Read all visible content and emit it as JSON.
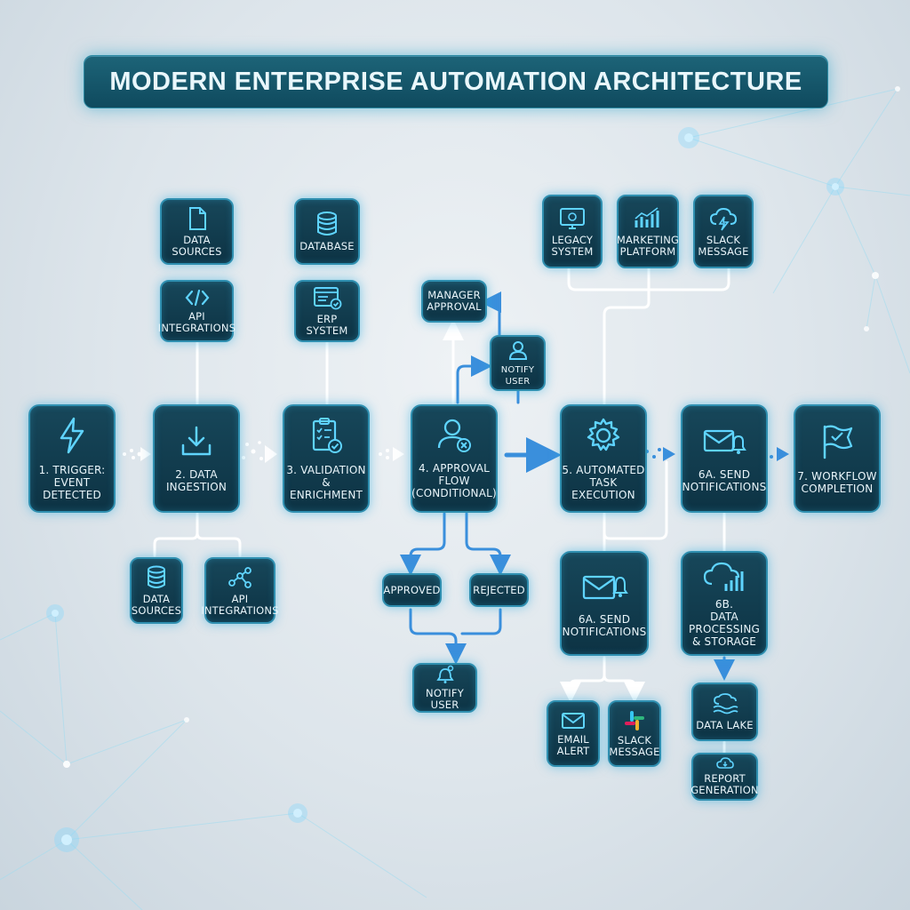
{
  "title": "MODERN ENTERPRISE AUTOMATION ARCHITECTURE",
  "colors": {
    "accent": "#2f8fb0",
    "node_bg": "#0f3a4c",
    "glow": "#4fd0ff",
    "arrow_blue": "#3a8fdc"
  },
  "main_flow": [
    {
      "label": "1. TRIGGER:\nEVENT DETECTED",
      "icon": "lightning-icon"
    },
    {
      "label": "2. DATA\nINGESTION",
      "icon": "download-icon"
    },
    {
      "label": "3. VALIDATION &\nENRICHMENT",
      "icon": "checklist-icon"
    },
    {
      "label": "4. APPROVAL FLOW\n(CONDITIONAL)",
      "icon": "user-check-icon"
    },
    {
      "label": "5. AUTOMATED\nTASK EXECUTION",
      "icon": "gear-icon"
    },
    {
      "label": "6A. SEND\nNOTIFICATIONS",
      "icon": "mail-bell-icon"
    },
    {
      "label": "7. WORKFLOW\nCOMPLETION",
      "icon": "flag-icon"
    }
  ],
  "top_sources": [
    {
      "label": "DATA\nSOURCES",
      "icon": "document-icon"
    },
    {
      "label": "API\nINTEGRATIONS",
      "icon": "code-icon"
    },
    {
      "label": "DATABASE",
      "icon": "database-icon"
    },
    {
      "label": "ERP SYSTEM",
      "icon": "erp-window-icon"
    }
  ],
  "bottom_sources": [
    {
      "label": "DATA\nSOURCES",
      "icon": "database-icon"
    },
    {
      "label": "API\nINTEGRATIONS",
      "icon": "network-icon"
    }
  ],
  "approval": {
    "manager": "MANAGER\nAPPROVAL",
    "notify_top": "NOTIFY USER",
    "approved": "APPROVED",
    "rejected": "REJECTED",
    "notify_bottom": "NOTIFY USER"
  },
  "execution_targets": [
    {
      "label": "LEGACY\nSYSTEM",
      "icon": "monitor-icon"
    },
    {
      "label": "MARKETING\nPLATFORM",
      "icon": "chart-icon"
    },
    {
      "label": "SLACK\nMESSAGE",
      "icon": "cloud-bolt-icon"
    }
  ],
  "lower_branch": {
    "send_notifications": "6A. SEND\nNOTIFICATIONS",
    "data_processing": "6B.\nDATA PROCESSING\n& STORAGE",
    "email_alert": "EMAIL\nALERT",
    "slack_message": "SLACK\nMESSAGE",
    "data_lake": "DATA LAKE",
    "report_generation": "REPORT\nGENERATION"
  }
}
